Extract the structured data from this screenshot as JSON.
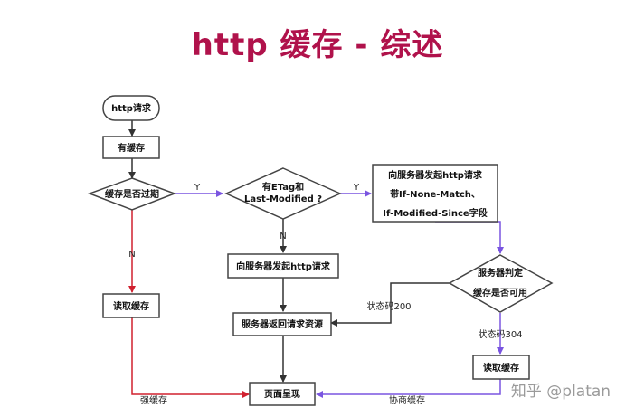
{
  "title": "http 缓存 - 综述",
  "nodes": {
    "start": "http请求",
    "has_cache": "有缓存",
    "cache_expired": "缓存是否过期",
    "etag_q1": "有ETag和",
    "etag_q2": "Last-Modified ?",
    "send_req1": "向服务器发起http请求",
    "send_req2": "带If-None-Match、",
    "send_req3": "If-Modified-Since字段",
    "read_cache_left": "读取缓存",
    "send_http": "向服务器发起http请求",
    "server_return": "服务器返回请求资源",
    "server_judge1": "服务器判定",
    "server_judge2": "缓存是否可用",
    "read_cache_right": "读取缓存",
    "page_render": "页面呈现"
  },
  "edges": {
    "y1": "Y",
    "y2": "Y",
    "n1": "N",
    "n2": "N",
    "status200": "状态码200",
    "status304": "状态码304",
    "strong_cache": "强缓存",
    "negotiate_cache": "协商缓存"
  },
  "watermark": "知乎 @platan",
  "colors": {
    "title": "#b0124b",
    "red_line": "#d0202f",
    "purple_line": "#7a55e0",
    "dark_line": "#333333",
    "box_border": "#444444"
  }
}
